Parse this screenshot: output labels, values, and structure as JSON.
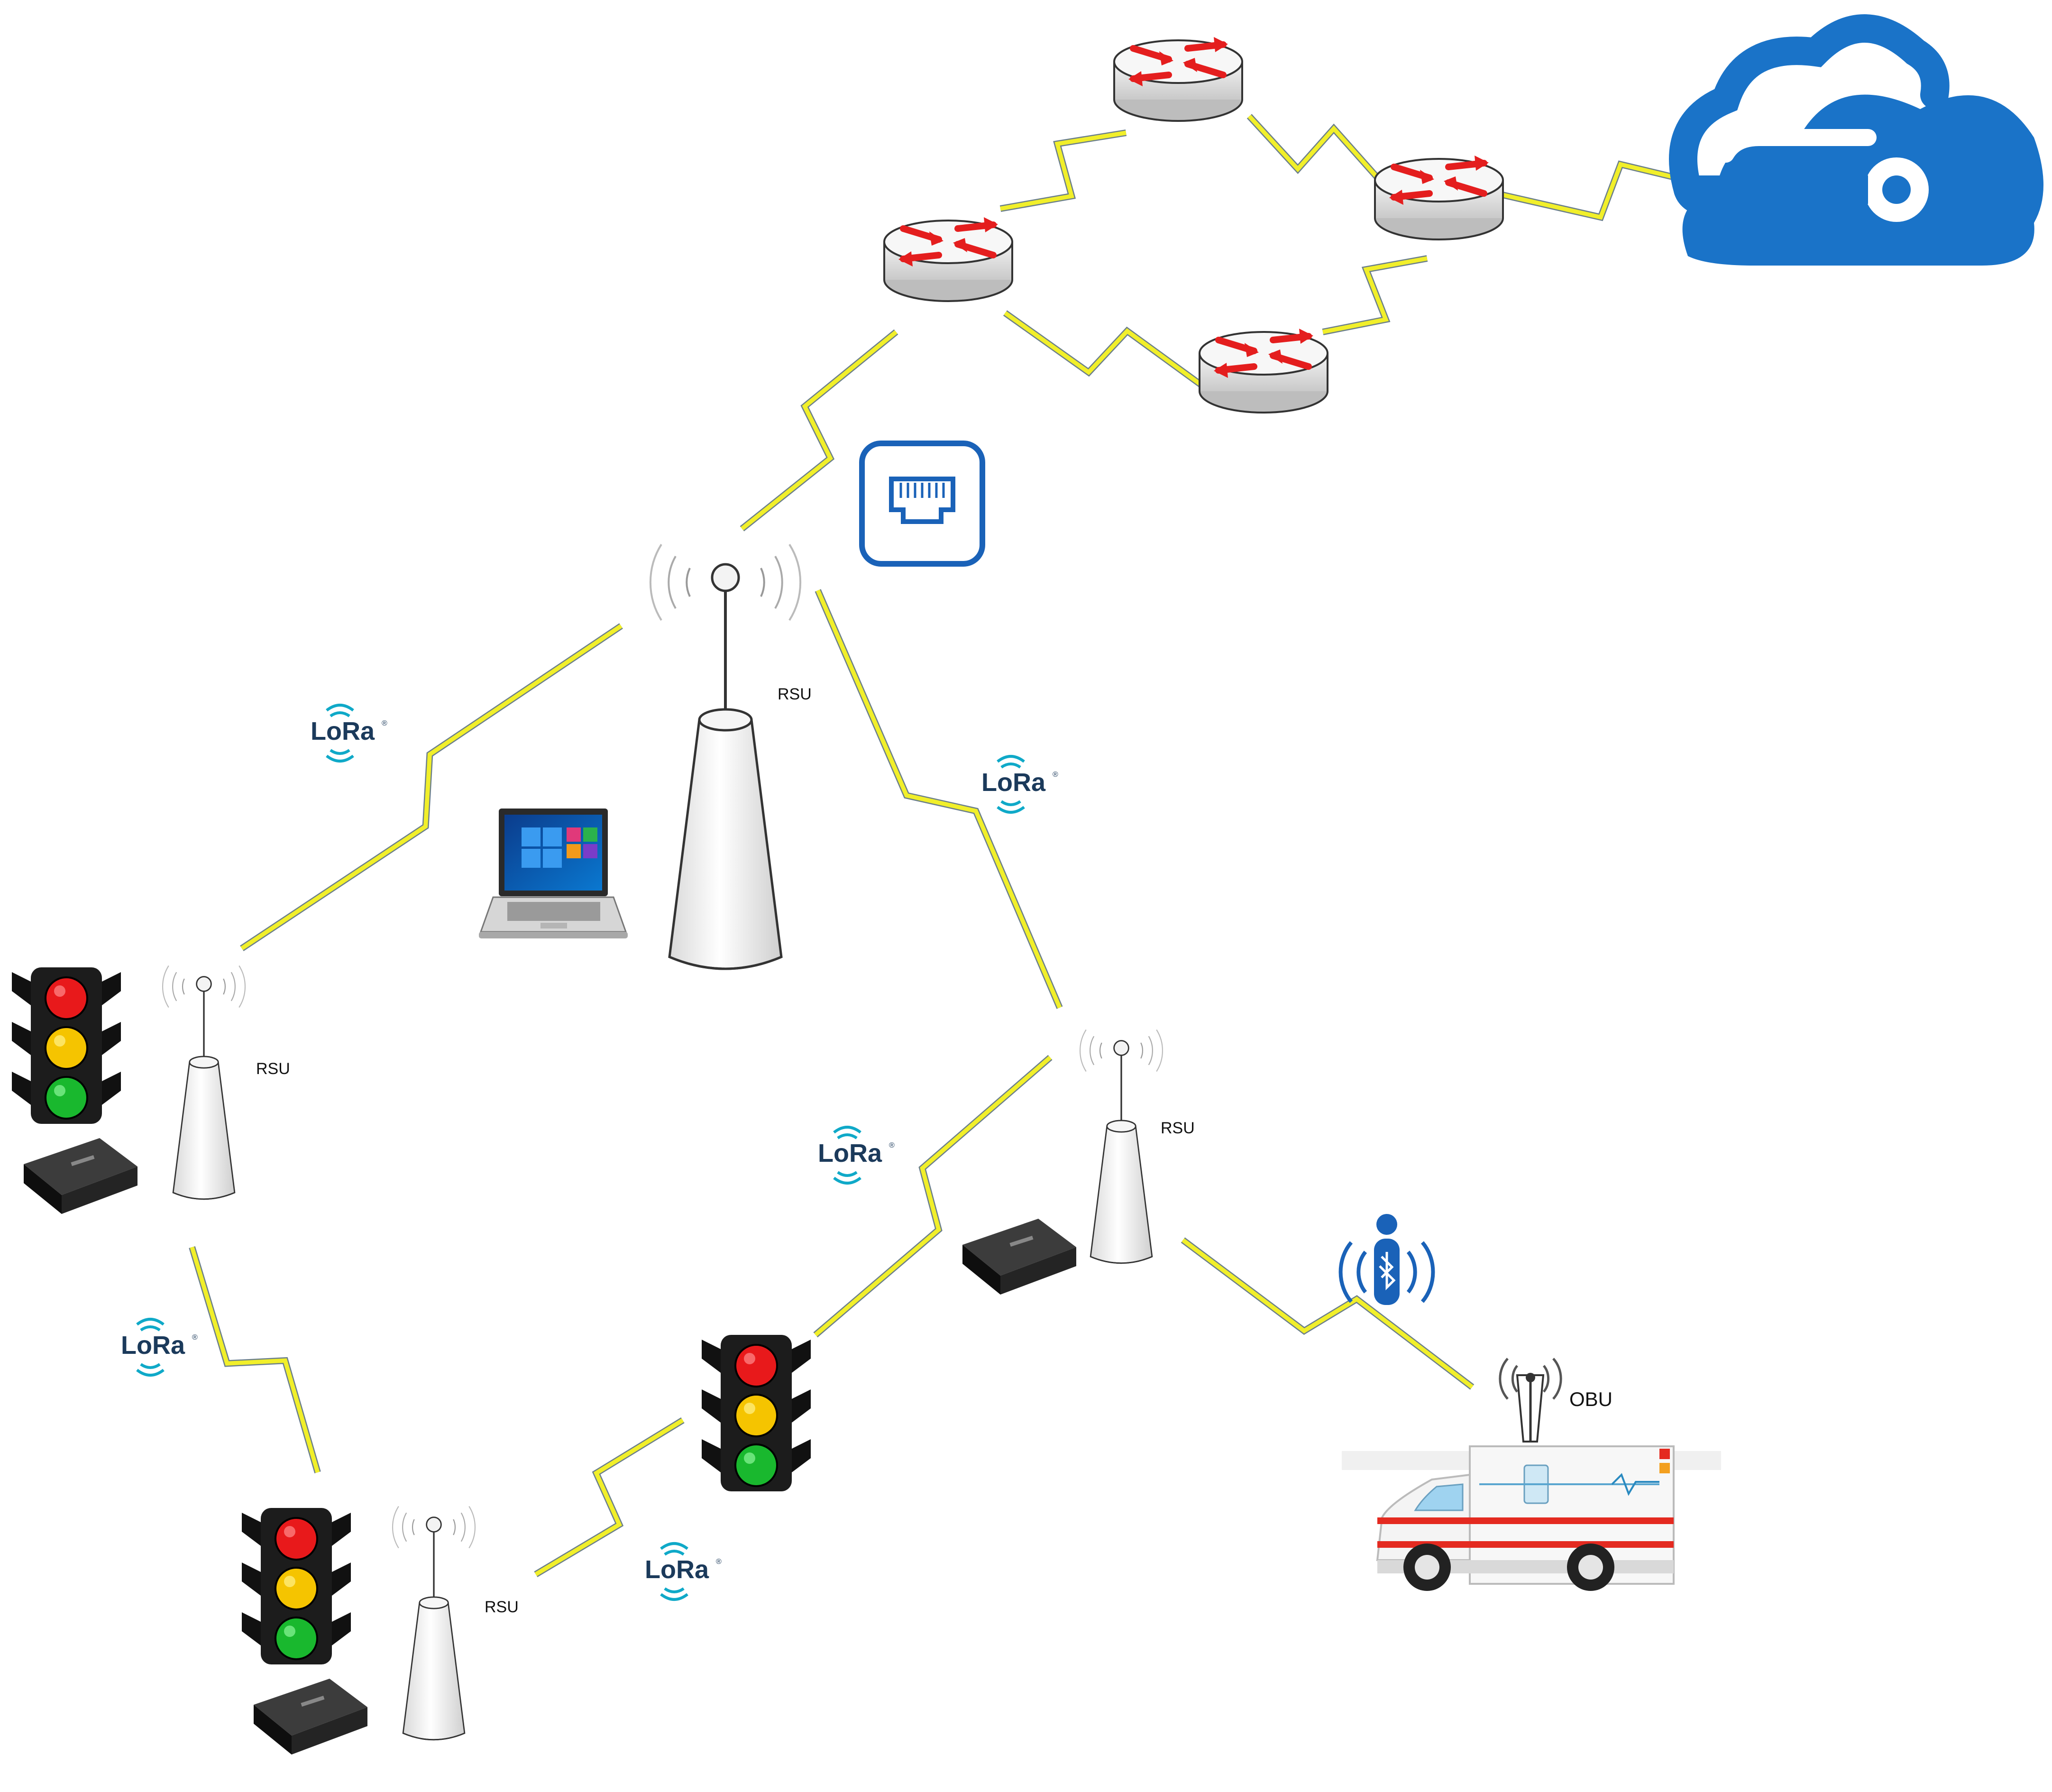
{
  "labels": {
    "rsu": "RSU",
    "obu": "OBU",
    "lora": "LoRa",
    "lora_mark": "®"
  },
  "colors": {
    "link": "#f1ef2a",
    "link_edge": "#6b7f8a",
    "cloud": "#1a73c8",
    "router_arrow": "#e41e1e",
    "ethernet": "#1a62b8",
    "bluetooth": "#1a62b8",
    "lora_waves": "#0fa9c8",
    "light_red": "#e8191b",
    "light_yellow": "#f5c400",
    "light_green": "#19b82e"
  },
  "icons": [
    "cloud-icon",
    "router-icon",
    "ethernet-port-icon",
    "rsu-tower-icon",
    "laptop-icon",
    "traffic-light-icon",
    "gateway-box-icon",
    "bluetooth-icon",
    "ambulance-icon",
    "lora-logo"
  ]
}
